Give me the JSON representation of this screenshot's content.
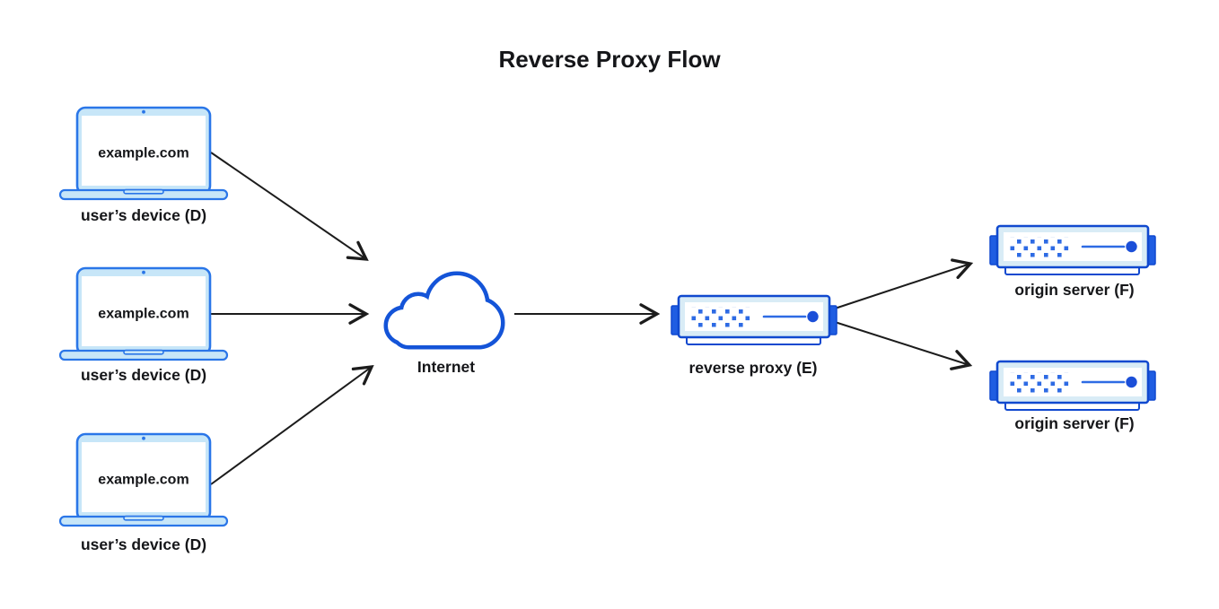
{
  "title": "Reverse Proxy Flow",
  "nodes": {
    "devices": [
      {
        "screen_text": "example.com",
        "label": "user’s device (D)"
      },
      {
        "screen_text": "example.com",
        "label": "user’s device (D)"
      },
      {
        "screen_text": "example.com",
        "label": "user’s device (D)"
      }
    ],
    "internet": {
      "label": "Internet"
    },
    "proxy": {
      "label": "reverse proxy (E)"
    },
    "origins": [
      {
        "label": "origin server (F)"
      },
      {
        "label": "origin server (F)"
      }
    ]
  },
  "connections": [
    {
      "from": "user's device (D) #1",
      "to": "Internet"
    },
    {
      "from": "user's device (D) #2",
      "to": "Internet"
    },
    {
      "from": "user's device (D) #3",
      "to": "Internet"
    },
    {
      "from": "Internet",
      "to": "reverse proxy (E)"
    },
    {
      "from": "reverse proxy (E)",
      "to": "origin server (F) #1"
    },
    {
      "from": "reverse proxy (E)",
      "to": "origin server (F) #2"
    }
  ],
  "colors": {
    "device_outline": "#2a76e8",
    "device_fill": "#c7e6f8",
    "cloud_outline": "#1454d8",
    "server_outline": "#1049cf",
    "server_fill": "#d9ecf6",
    "server_tab": "#1f5de2",
    "server_dots": "#2e6be4",
    "indicator_dot": "#1b4fd8",
    "arrow": "#1c1c1c",
    "text": "#151619",
    "background": "#ffffff"
  }
}
